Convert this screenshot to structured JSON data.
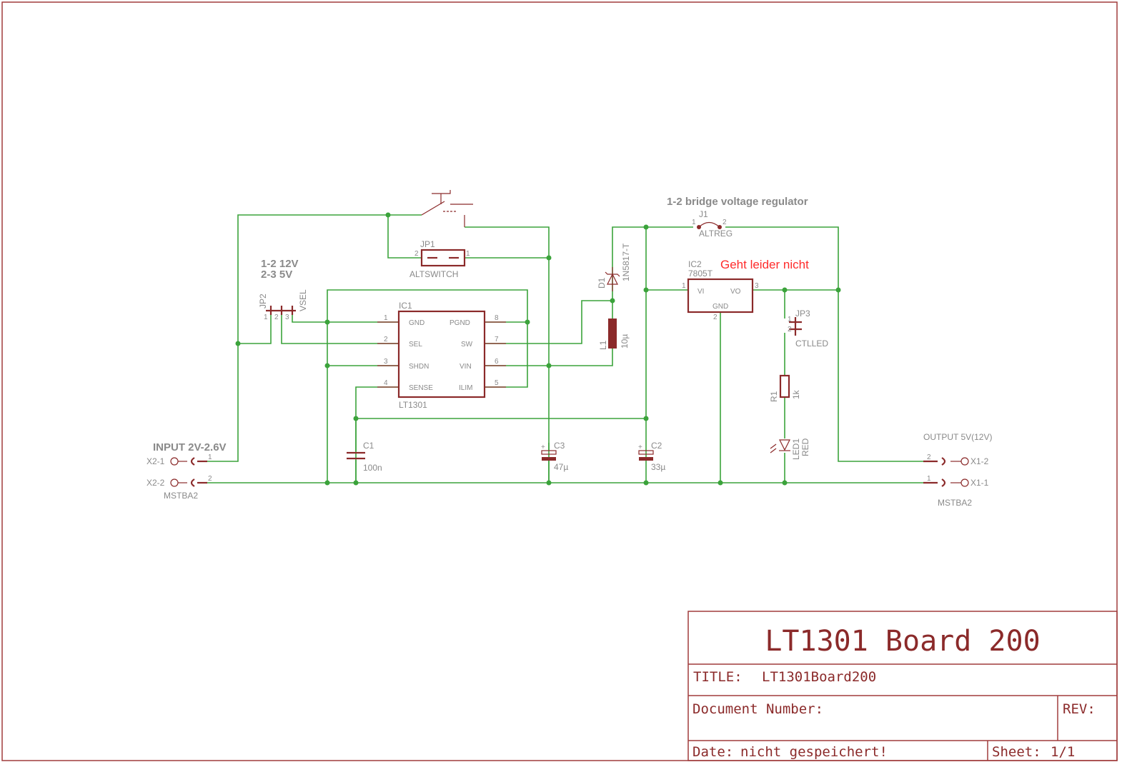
{
  "colors": {
    "wire": "#3ba33b",
    "symbol": "#8b2a2a",
    "label": "#8a8a8a",
    "frame": "#a03c3c",
    "highlight": "#ff2b2b"
  },
  "notes": {
    "bridge": "1-2 bridge voltage regulator",
    "jp2_line1": "1-2 12V",
    "jp2_line2": "2-3 5V",
    "ic2_status": "Geht leider nicht",
    "input": "INPUT 2V-2.6V",
    "output": "OUTPUT 5V(12V)"
  },
  "parts": {
    "ic1": {
      "name": "IC1",
      "value": "LT1301",
      "left_pins": [
        {
          "num": "1",
          "name": "GND"
        },
        {
          "num": "2",
          "name": "SEL"
        },
        {
          "num": "3",
          "name": "SHDN"
        },
        {
          "num": "4",
          "name": "SENSE"
        }
      ],
      "right_pins": [
        {
          "num": "8",
          "name": "PGND"
        },
        {
          "num": "7",
          "name": "SW"
        },
        {
          "num": "6",
          "name": "VIN"
        },
        {
          "num": "5",
          "name": "ILIM"
        }
      ]
    },
    "ic2": {
      "name": "IC2",
      "value": "7805T",
      "vi": "VI",
      "vo": "VO",
      "gnd": "GND",
      "pin1": "1",
      "pin2": "2",
      "pin3": "3"
    },
    "jp1": {
      "name": "JP1",
      "value": "ALTSWITCH",
      "pin1": "1",
      "pin2": "2"
    },
    "jp2": {
      "name": "JP2",
      "value": "VSEL",
      "pin1": "1",
      "pin2": "2",
      "pin3": "3"
    },
    "jp3": {
      "name": "JP3",
      "value": "CTLLED",
      "pin1": "1",
      "pin2": "2"
    },
    "j1": {
      "name": "J1",
      "value": "ALTREG",
      "pin1": "1",
      "pin2": "2"
    },
    "d1": {
      "name": "D1",
      "value": "1N5817-T"
    },
    "l1": {
      "name": "L1",
      "value": "10µ"
    },
    "c1": {
      "name": "C1",
      "value": "100n"
    },
    "c2": {
      "name": "C2",
      "value": "33µ"
    },
    "c3": {
      "name": "C3",
      "value": "47µ"
    },
    "r1": {
      "name": "R1",
      "value": "1k"
    },
    "led1": {
      "name": "LED1",
      "value": "RED"
    },
    "x2": {
      "pin1_label": "X2-1",
      "pin2_label": "X2-2",
      "pin1": "1",
      "pin2": "2",
      "value": "MSTBA2"
    },
    "x1": {
      "pin2_label": "X1-2",
      "pin1_label": "X1-1",
      "pin2": "2",
      "pin1": "1",
      "value": "MSTBA2"
    }
  },
  "title_block": {
    "big_title": "LT1301 Board 200",
    "title_label": "TITLE:",
    "title_value": "LT1301Board200",
    "doc_label": "Document Number:",
    "rev_label": "REV:",
    "date_label": "Date:",
    "date_value": "nicht gespeichert!",
    "sheet_label": "Sheet:",
    "sheet_value": "1/1"
  }
}
